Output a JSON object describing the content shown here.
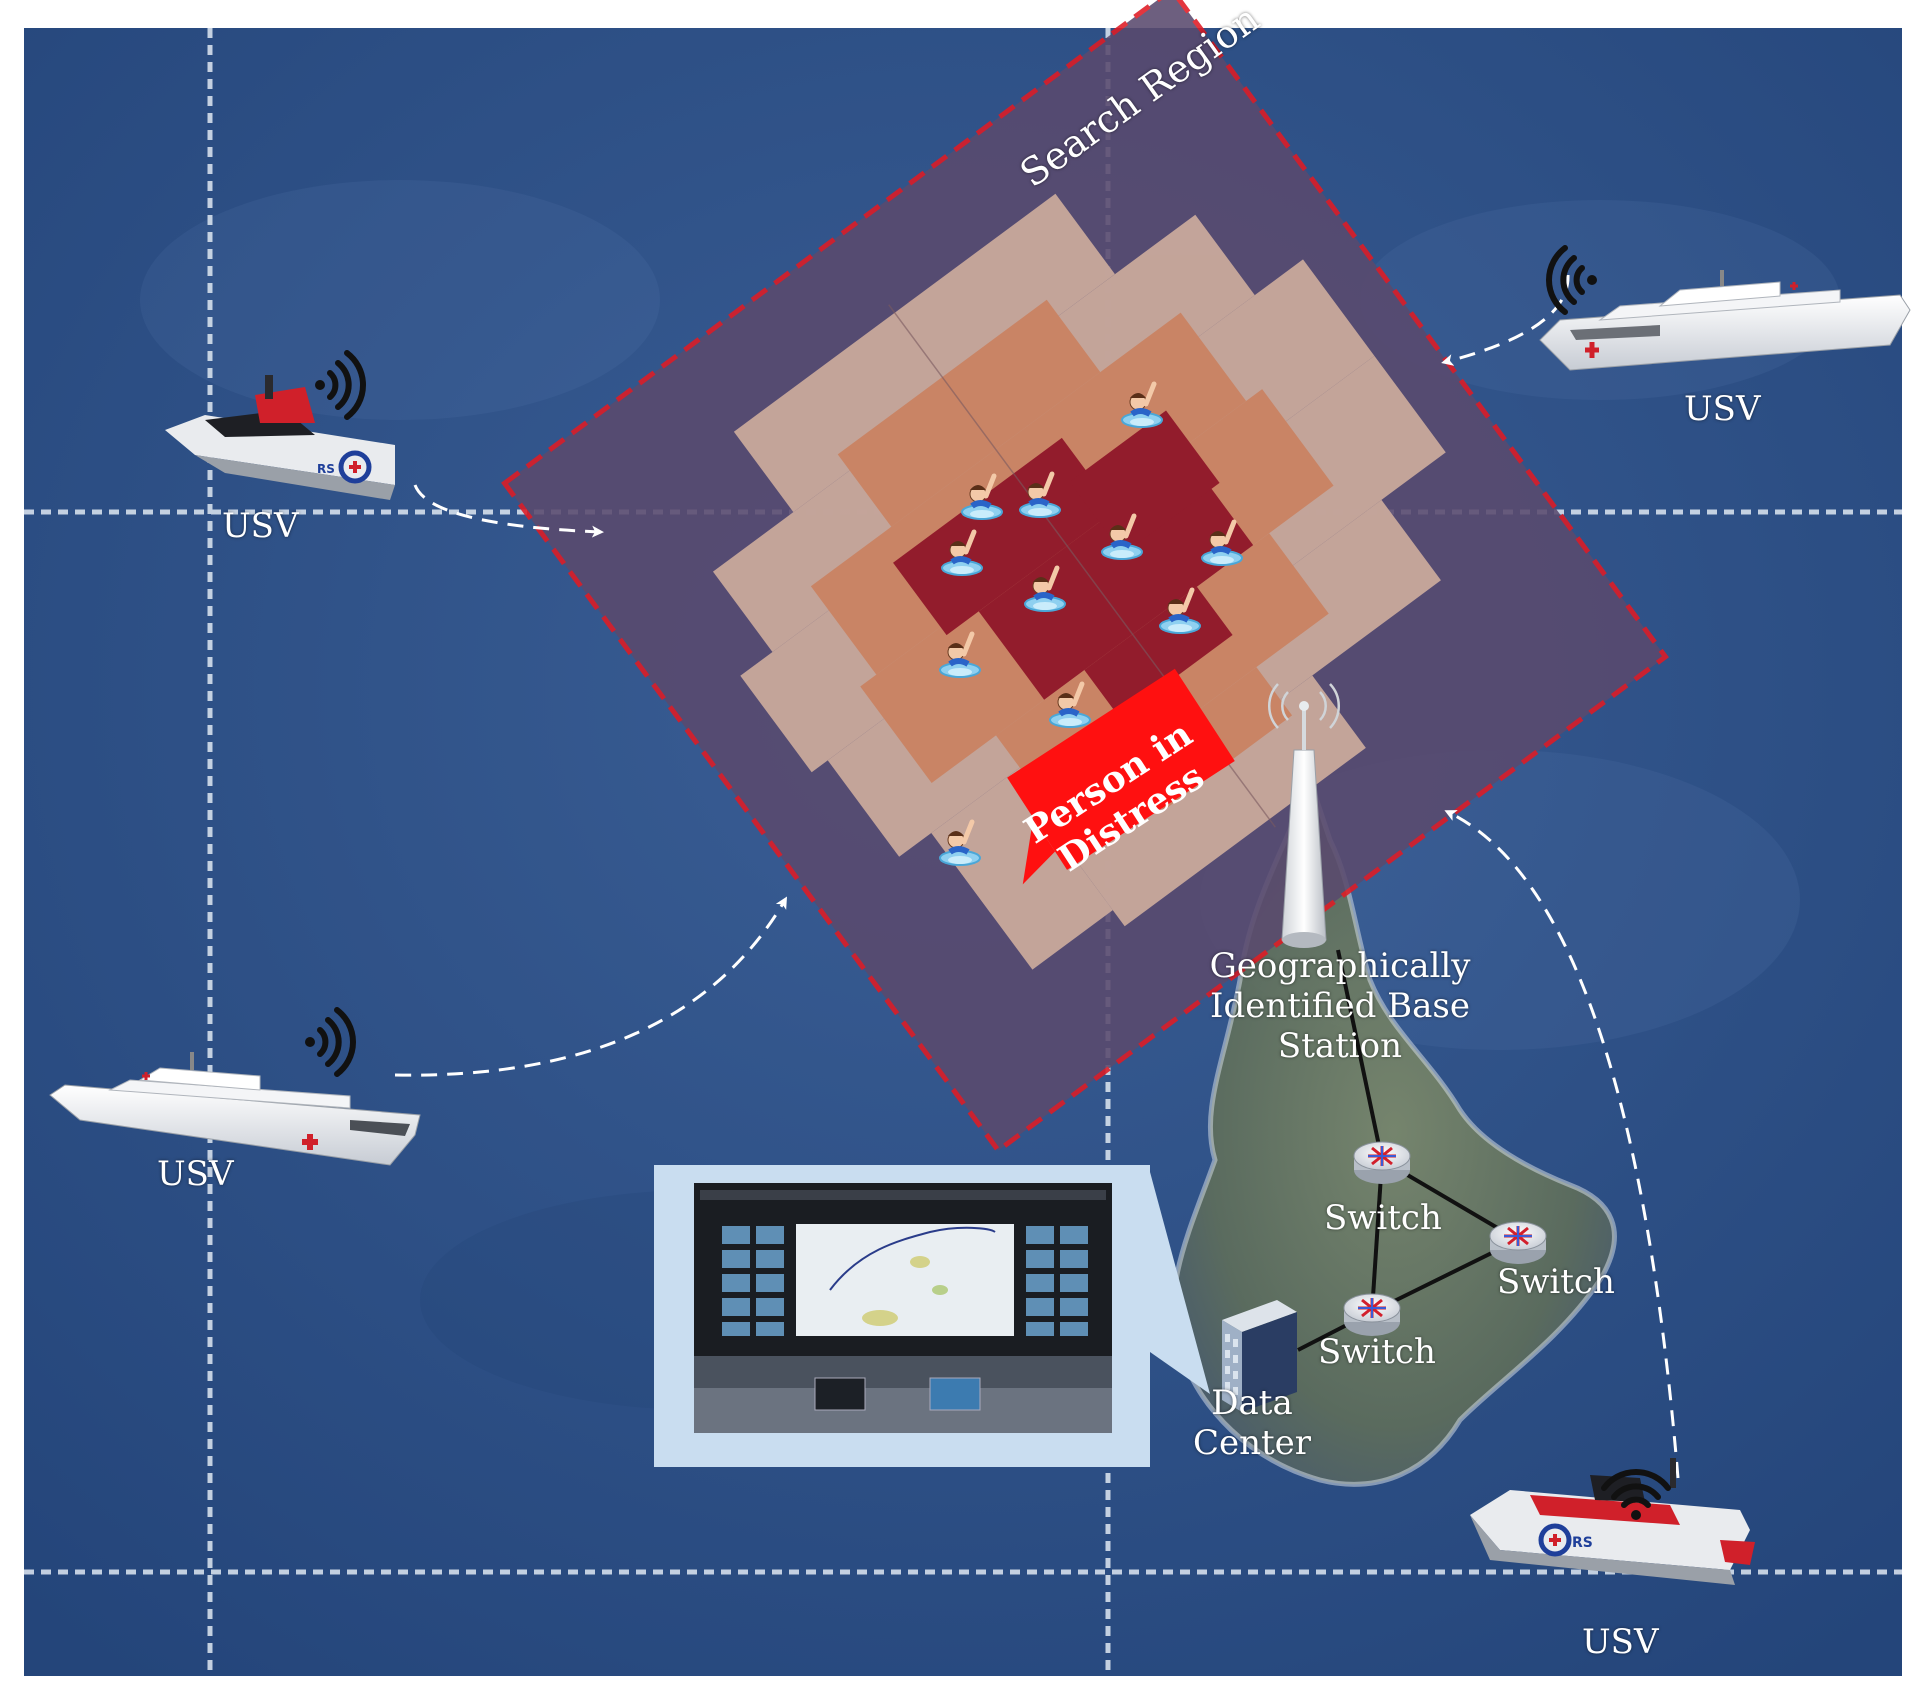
{
  "colors": {
    "ocean": "#2e4f86",
    "grid_line": "#dfe8f2",
    "region_fill": "#5a4a6e",
    "region_border": "#e01b24",
    "prob_low": "#c9a99c",
    "prob_mid": "#c98465",
    "prob_high": "#921c2c",
    "distress_badge": "#ff1010",
    "island": "#6b7a5e",
    "link": "#111111",
    "panel": "#c9ddf0"
  },
  "labels": {
    "search_region": "Search Region",
    "person_in_distress": "Person in Distress",
    "base_station": [
      "Geographically",
      "Identified Base",
      "Station"
    ],
    "switch": "Switch",
    "data_center": [
      "Data",
      "Center"
    ],
    "usv": "USV"
  },
  "icons": {
    "vessel": "usv-icon",
    "signal": "wifi-signal-icon",
    "swimmer": "swimmer-icon",
    "base_station": "antenna-tower-icon",
    "switch": "network-switch-icon",
    "data_center": "server-building-icon",
    "control_room": "control-room-monitor-icon"
  }
}
